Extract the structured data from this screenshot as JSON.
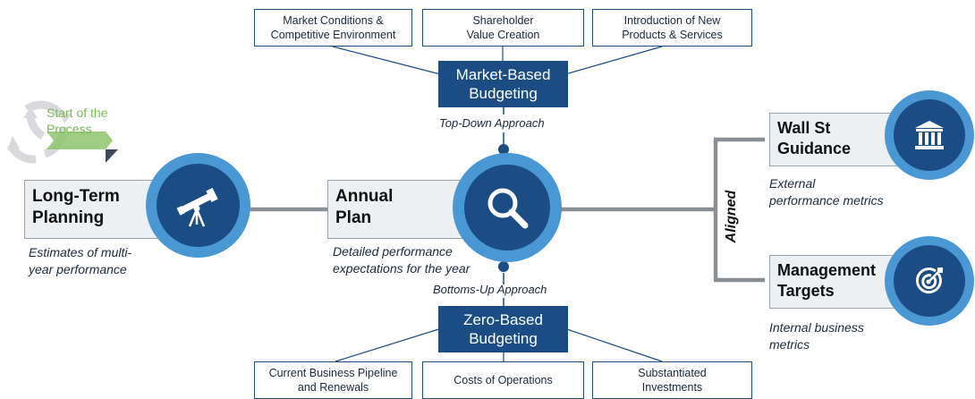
{
  "top_boxes": [
    {
      "line1": "Market Conditions &",
      "line2": "Competitive Environment"
    },
    {
      "line1": "Shareholder",
      "line2": "Value Creation"
    },
    {
      "line1": "Introduction of New",
      "line2": "Products & Services"
    }
  ],
  "market_based": {
    "line1": "Market-Based",
    "line2": "Budgeting"
  },
  "top_down_label": "Top-Down Approach",
  "zero_based": {
    "line1": "Zero-Based",
    "line2": "Budgeting"
  },
  "bottoms_up_label": "Bottoms-Up Approach",
  "bottom_boxes": [
    {
      "line1": "Current Business Pipeline",
      "line2": "and Renewals"
    },
    {
      "line1": "Costs of Operations",
      "line2": ""
    },
    {
      "line1": "Substantiated",
      "line2": "Investments"
    }
  ],
  "start_label": {
    "line1": "Start of the",
    "line2": "Process"
  },
  "long_term": {
    "title1": "Long-Term",
    "title2": "Planning",
    "desc1": "Estimates of multi-",
    "desc2": "year performance",
    "icon": "telescope-icon"
  },
  "annual_plan": {
    "title1": "Annual",
    "title2": "Plan",
    "desc1": "Detailed performance",
    "desc2": "expectations for the year",
    "icon": "magnifier-icon"
  },
  "aligned_label": "Aligned",
  "wall_st": {
    "title1": "Wall St",
    "title2": "Guidance",
    "desc1": "External",
    "desc2": "performance metrics",
    "icon": "bank-icon"
  },
  "management": {
    "title1": "Management",
    "title2": "Targets",
    "desc1": "Internal business",
    "desc2": "metrics",
    "icon": "target-icon"
  },
  "colors": {
    "navy": "#1b4c84",
    "light_blue": "#4a98d3",
    "gray_line": "#8a8f95",
    "green": "#7dbb57"
  }
}
